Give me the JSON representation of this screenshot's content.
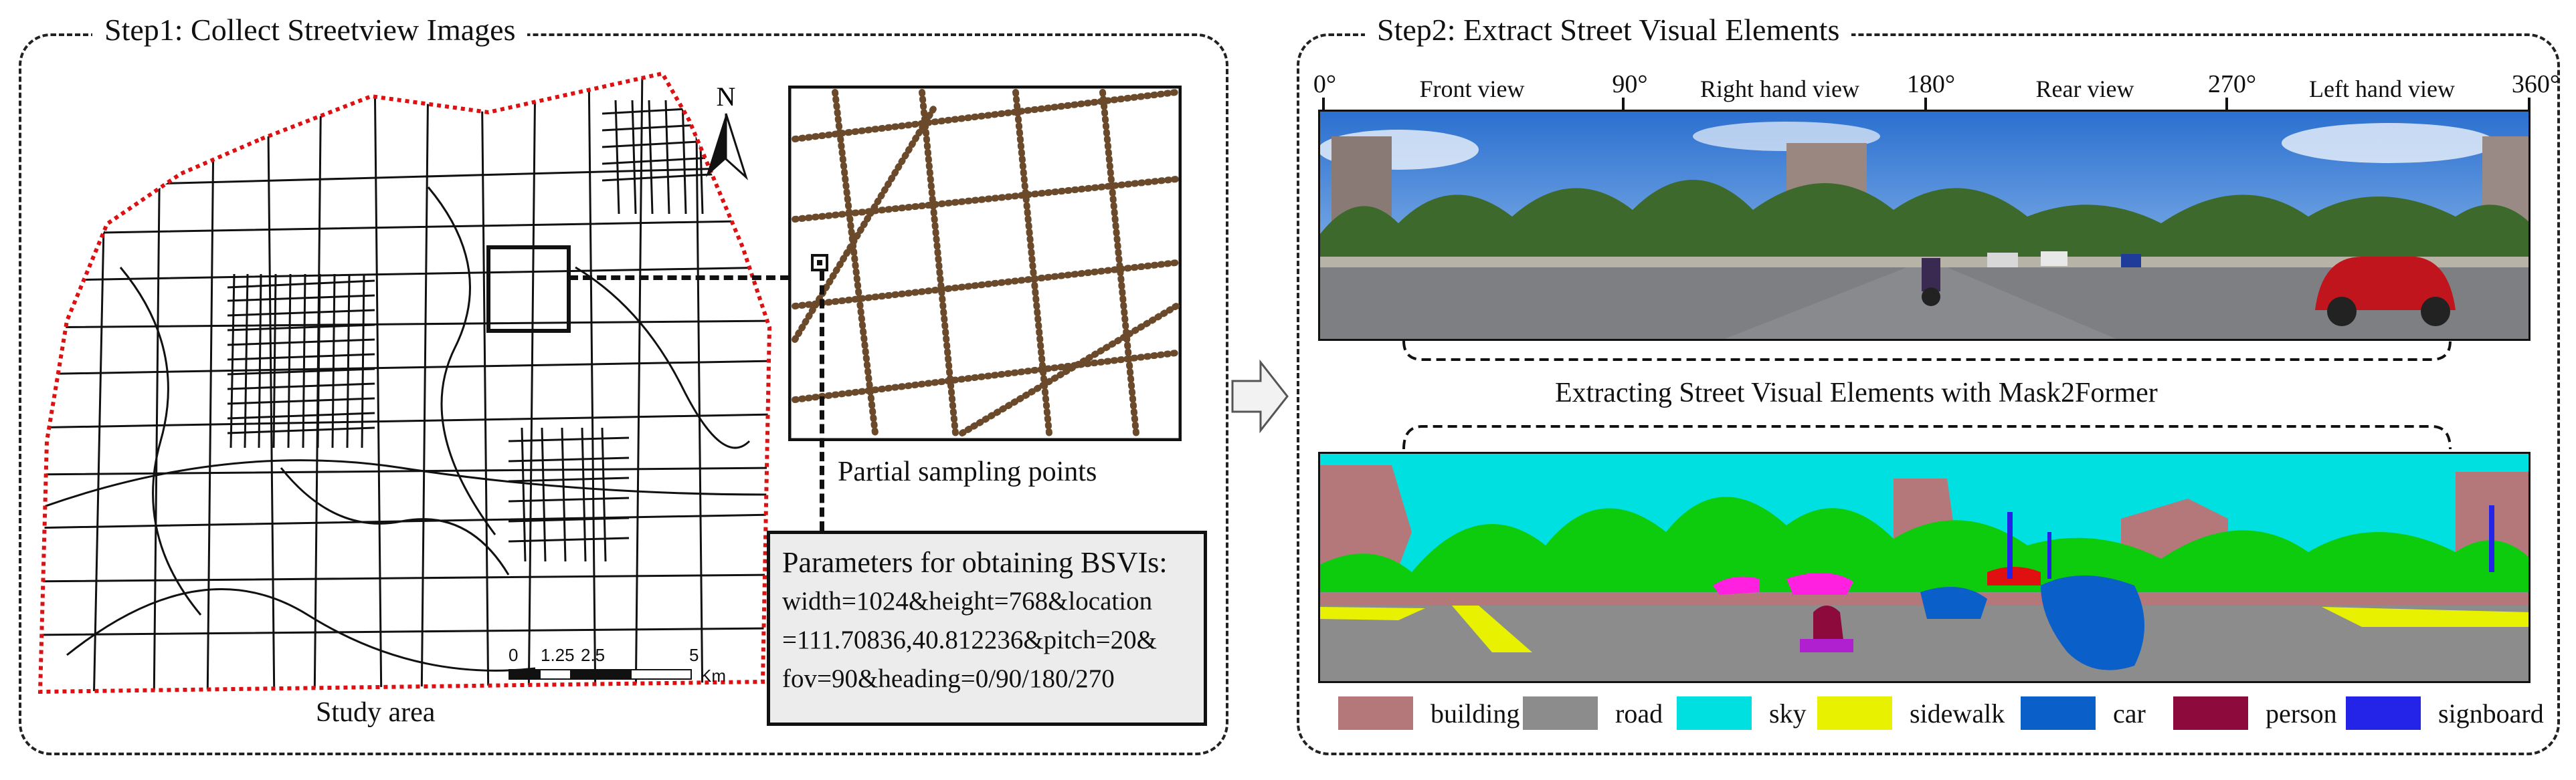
{
  "step1": {
    "title": "Step1: Collect Streetview Images",
    "study_area_label": "Study area",
    "north_label": "N",
    "scale_ticks": [
      "0",
      "1.25",
      "2.5",
      "5"
    ],
    "scale_unit": "Km",
    "partial_label": "Partial sampling points",
    "params_title": "Parameters for obtaining BSVIs:",
    "params_lines": [
      "width=1024&height=768&location",
      "=111.70836,40.812236&pitch=20&",
      "fov=90&heading=0/90/180/270"
    ]
  },
  "step2": {
    "title": "Step2: Extract Street Visual Elements",
    "degrees": [
      "0°",
      "90°",
      "180°",
      "270°",
      "360°"
    ],
    "views": [
      "Front view",
      "Right hand view",
      "Rear view",
      "Left hand view"
    ],
    "extract_label": "Extracting Street Visual Elements with Mask2Former",
    "legend": [
      {
        "name": "building",
        "color": "#b4787a"
      },
      {
        "name": "road",
        "color": "#8c8c8c"
      },
      {
        "name": "sky",
        "color": "#00e0e0"
      },
      {
        "name": "sidewalk",
        "color": "#e8f200"
      },
      {
        "name": "car",
        "color": "#0b5fc8"
      },
      {
        "name": "person",
        "color": "#8c0a3c"
      },
      {
        "name": "signboard",
        "color": "#2424e8"
      }
    ]
  }
}
